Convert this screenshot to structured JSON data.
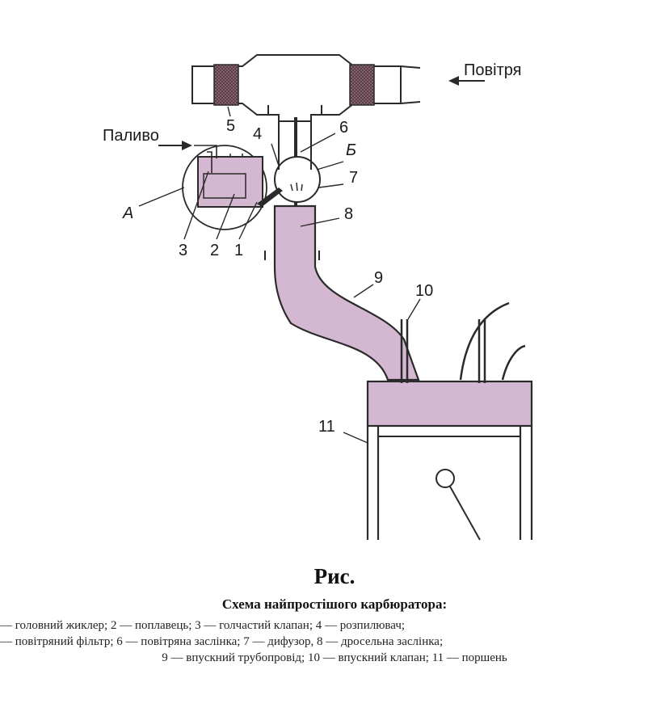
{
  "labels": {
    "air": "Повітря",
    "fuel": "Паливо",
    "zone_a": "А",
    "zone_b": "Б",
    "n1": "1",
    "n2": "2",
    "n3": "3",
    "n4": "4",
    "n5": "5",
    "n6": "6",
    "n7": "7",
    "n8": "8",
    "n9": "9",
    "n10": "10",
    "n11": "11"
  },
  "caption": {
    "title": "Рис.",
    "subtitle": "Схема найпростішого карбюратора:",
    "line1": "— головний жиклер; 2 — поплавець; 3 — голчастий клапан; 4 — розпилювач;",
    "line2": "— повітряний фільтр; 6 — повітряна заслінка; 7 — дифузор, 8 — дросельна заслінка;",
    "line3": "9 — впускний трубопровід; 10 — впускний клапан; 11 — поршень"
  },
  "colors": {
    "mixture_fill": "#d4b8d2",
    "filter_fill": "#7a5560",
    "stroke": "#2a2a2a"
  }
}
